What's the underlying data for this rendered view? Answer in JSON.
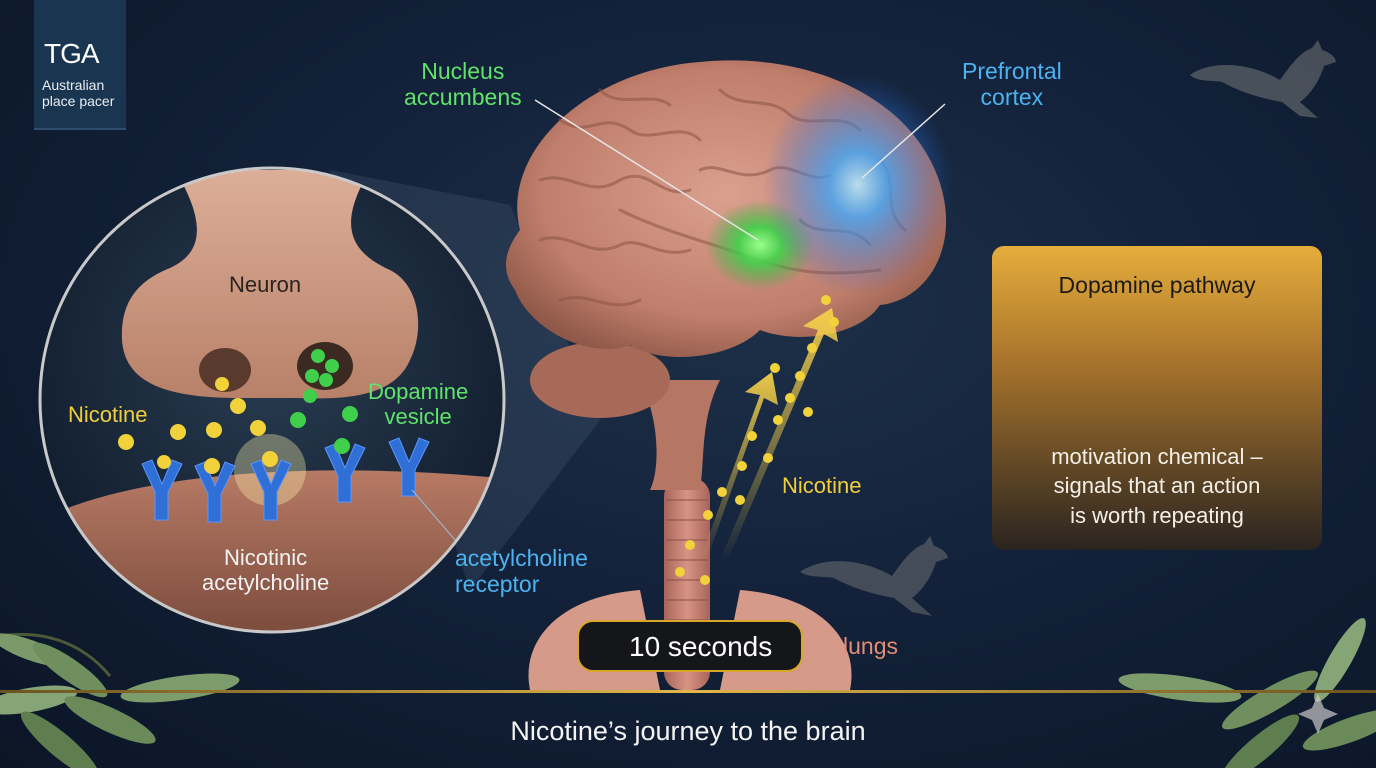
{
  "logo": {
    "brand": "TGA",
    "sub_line1": "Australian",
    "sub_line2": "place pacer"
  },
  "brain_labels": {
    "nucleus_line1": "Nucleus",
    "nucleus_line2": "accumbens",
    "prefrontal_line1": "Prefrontal",
    "prefrontal_line2": "cortex",
    "nicotine_path": "Nicotine",
    "lungs": "lungs"
  },
  "synapse": {
    "neuron": "Neuron",
    "nicotine": "Nicotine",
    "vesicle_line1": "Dopamine",
    "vesicle_line2": "vesicle",
    "receptor_line1": "Nicotinic",
    "receptor_line2": "acetylcholine",
    "ach_line1": "acetylcholine",
    "ach_line2": "receptor"
  },
  "dopamine_card": {
    "title": "Dopamine pathway",
    "body_line1": "motivation chemical –",
    "body_line2": "signals that an action",
    "body_line3": "is worth repeating"
  },
  "timer": {
    "text": "10 seconds"
  },
  "footer": {
    "title": "Nicotine’s journey to the brain"
  },
  "icons": [
    "timer-icon",
    "brain-icon",
    "rocket-icon",
    "arrow-right-icon",
    "kangaroo-icon",
    "eucalyptus-leaf-icon",
    "sparkle-icon"
  ],
  "colors": {
    "nicotine": "#f1cf3a",
    "dopamine": "#3fcf4a",
    "receptor": "#2f6fd6",
    "accent_gold": "#d8a72a",
    "background": "#0e1a2b"
  }
}
